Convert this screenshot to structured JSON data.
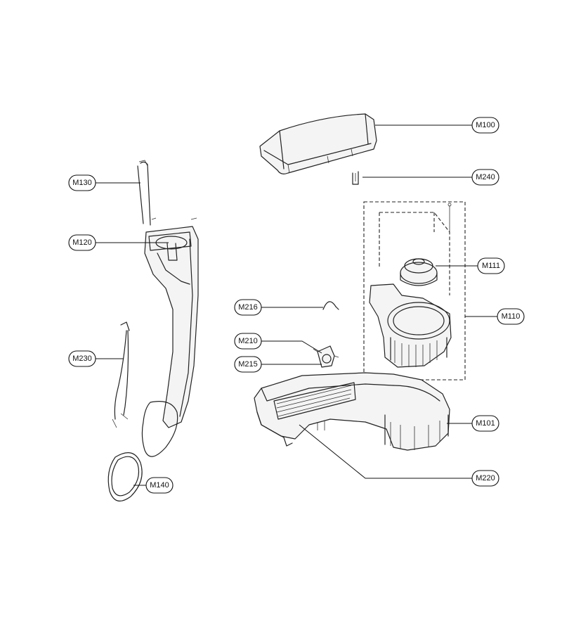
{
  "callouts": {
    "m100": "M100",
    "m240": "M240",
    "m130": "M130",
    "m120": "M120",
    "m111": "M111",
    "m110": "M110",
    "m216": "M216",
    "m210": "M210",
    "m215": "M215",
    "m230": "M230",
    "m101": "M101",
    "m220": "M220",
    "m140": "M140"
  }
}
